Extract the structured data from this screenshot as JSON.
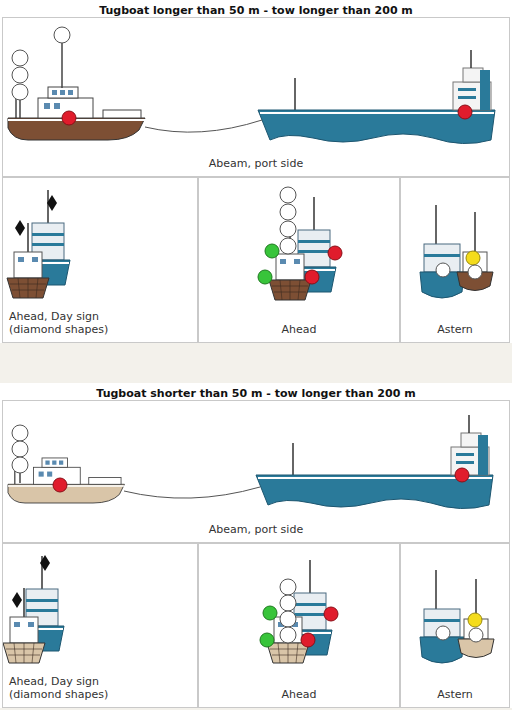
{
  "diagram": {
    "nodes": [
      {
        "text": [
          "Tugboat longer than 50 m - tow longer than 200 m"
        ]
      },
      {
        "text": [
          "Abeam, port side"
        ]
      },
      {
        "text": [
          "Ahead, Day sign (diamond shapes)"
        ]
      },
      {
        "text": [
          "Ahead"
        ]
      },
      {
        "text": [
          "Astern"
        ]
      },
      {
        "text": [
          "Tugboat shorter than 50 m - tow longer than 200 m"
        ]
      },
      {
        "text": [
          "Abeam, port side"
        ]
      },
      {
        "text": [
          "Ahead, Day sign (diamond shapes)"
        ]
      },
      {
        "text": [
          "Ahead"
        ]
      },
      {
        "text": [
          "Astern"
        ]
      }
    ]
  }
}
